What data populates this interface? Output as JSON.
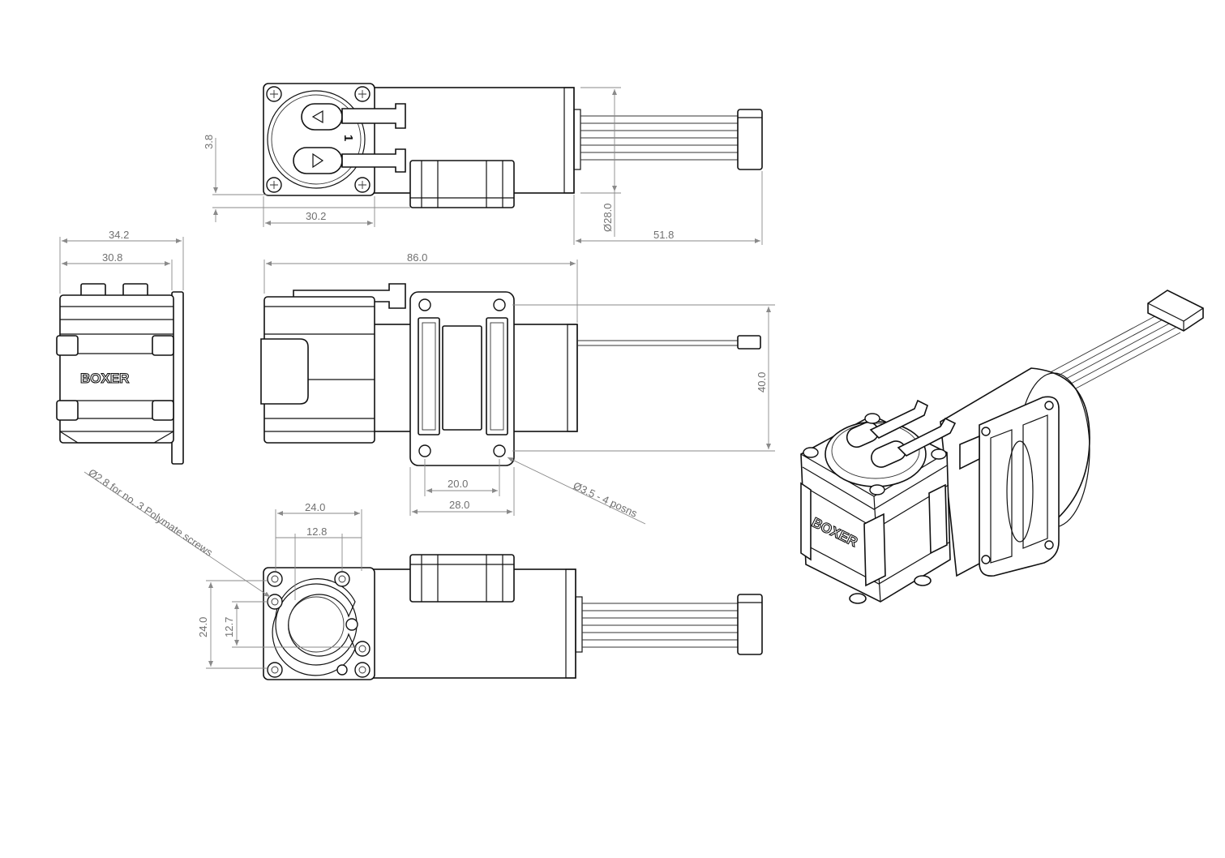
{
  "brand_text": "BOXER",
  "port_marking": "1",
  "dimensions": {
    "top_port_offset": "3.8",
    "top_head_width": "30.2",
    "top_motor_dia": "Ø28.0",
    "top_connector_length": "51.8",
    "side_width_outer": "34.2",
    "side_width_inner": "30.8",
    "overall_length": "86.0",
    "bracket_height": "40.0",
    "bracket_hole_spacing": "20.0",
    "bracket_width": "28.0",
    "bracket_holes_note": "Ø3.5 - 4 posns",
    "screw_note": "Ø2.8 for no. 3 Polymate screws",
    "bottom_hole_span_outer": "24.0",
    "bottom_hole_span_inner": "12.8",
    "bottom_height_outer": "24.0",
    "bottom_height_inner": "12.7"
  }
}
